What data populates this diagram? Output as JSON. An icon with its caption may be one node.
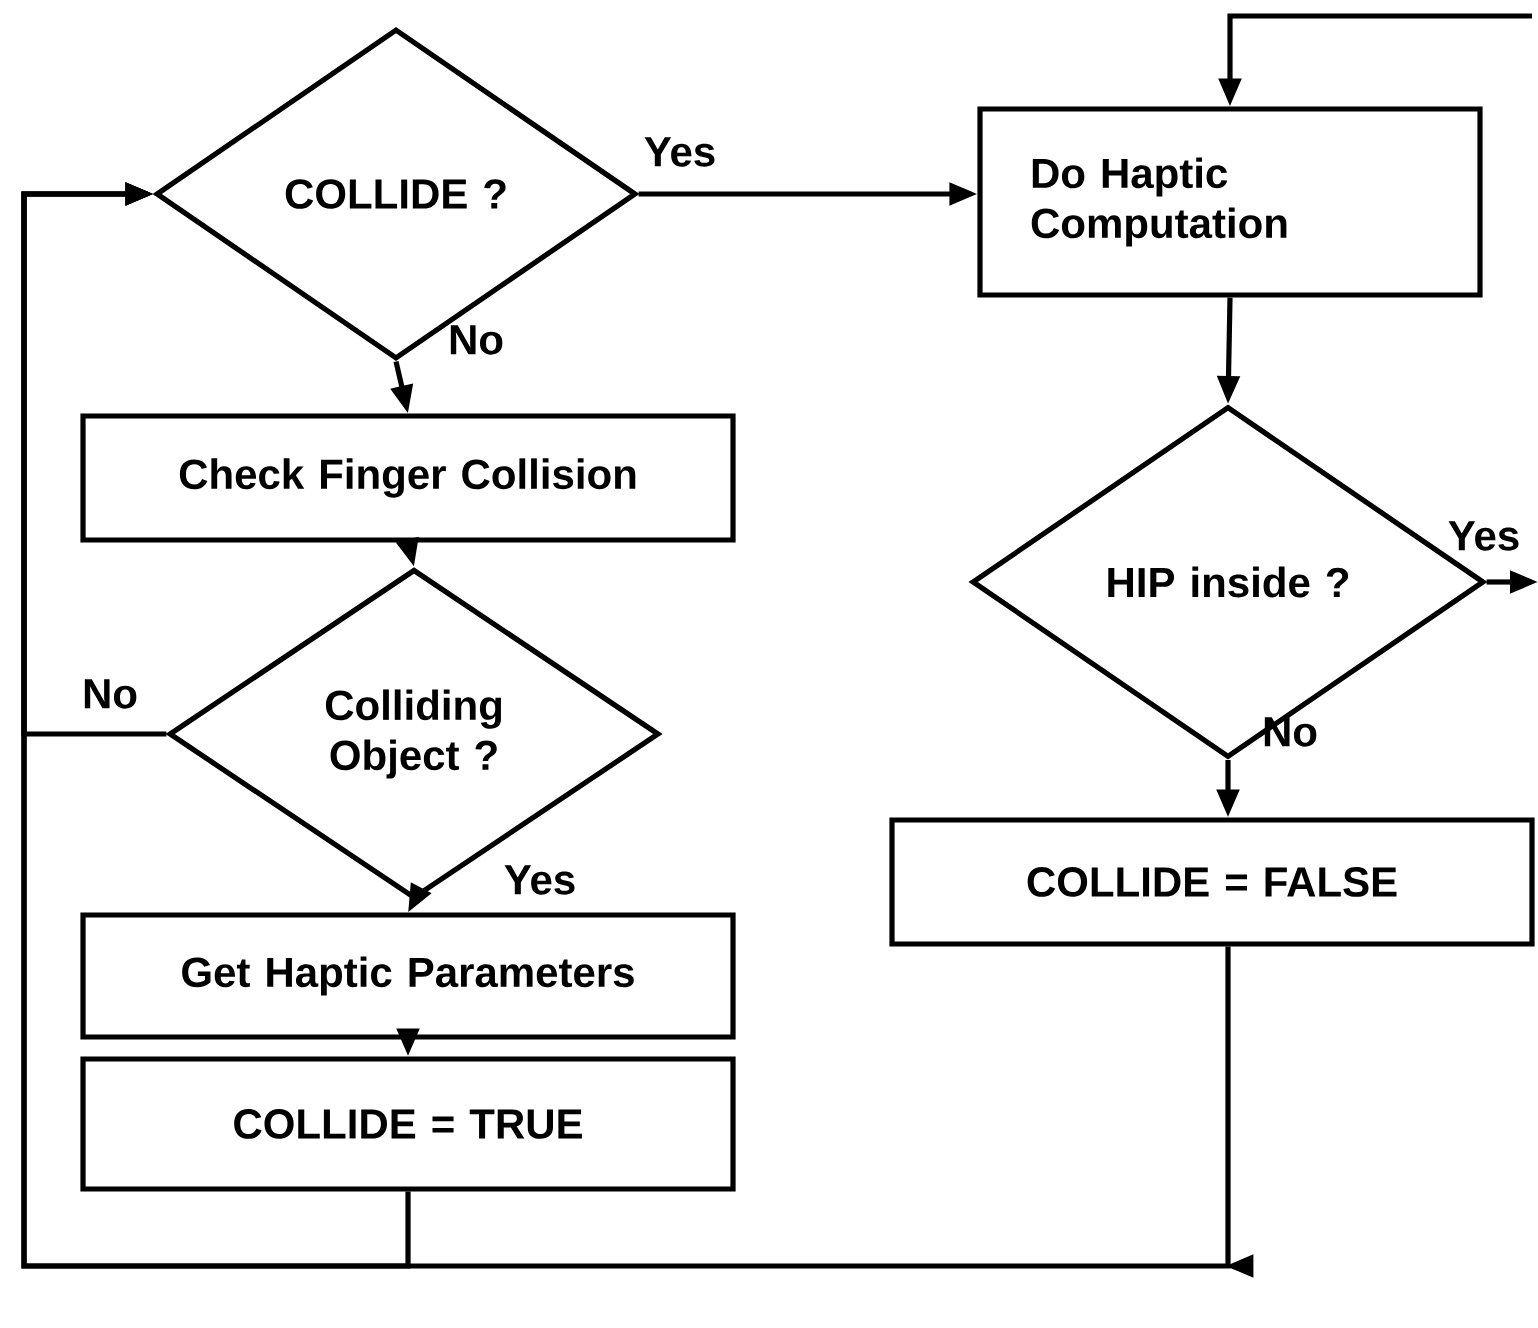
{
  "diagram": {
    "nodes": [
      {
        "text": [
          "COLLIDE ?"
        ]
      },
      {
        "text": [
          "Do Haptic Computation"
        ]
      },
      {
        "text": [
          "Check Finger Collision"
        ]
      },
      {
        "text": [
          "Colliding Object ?"
        ]
      },
      {
        "text": [
          "HIP inside ?"
        ]
      },
      {
        "text": [
          "Get Haptic Parameters"
        ]
      },
      {
        "text": [
          "COLLIDE = FALSE"
        ]
      },
      {
        "text": [
          "COLLIDE = TRUE"
        ]
      }
    ],
    "edges": [
      {
        "from": 0,
        "to": 1,
        "arrow": "to",
        "label": "Yes"
      },
      {
        "from": 0,
        "to": 2,
        "arrow": "to",
        "label": "No"
      },
      {
        "from": 2,
        "to": 3,
        "arrow": "to"
      },
      {
        "from": 3,
        "to": 0,
        "arrow": "to",
        "label": "No"
      },
      {
        "from": 3,
        "to": 5,
        "arrow": "to",
        "label": "Yes"
      },
      {
        "from": 5,
        "to": 7,
        "arrow": "to"
      },
      {
        "from": 7,
        "to": 0,
        "arrow": "to"
      },
      {
        "from": null,
        "to": 1,
        "arrow": "to"
      },
      {
        "from": 1,
        "to": 4,
        "arrow": "to"
      },
      {
        "from": 4,
        "to": null,
        "arrow": "to",
        "label": "Yes"
      },
      {
        "from": 4,
        "to": 6,
        "arrow": "to",
        "label": "No"
      },
      {
        "from": 6,
        "to": 0,
        "arrow": "to"
      }
    ]
  }
}
